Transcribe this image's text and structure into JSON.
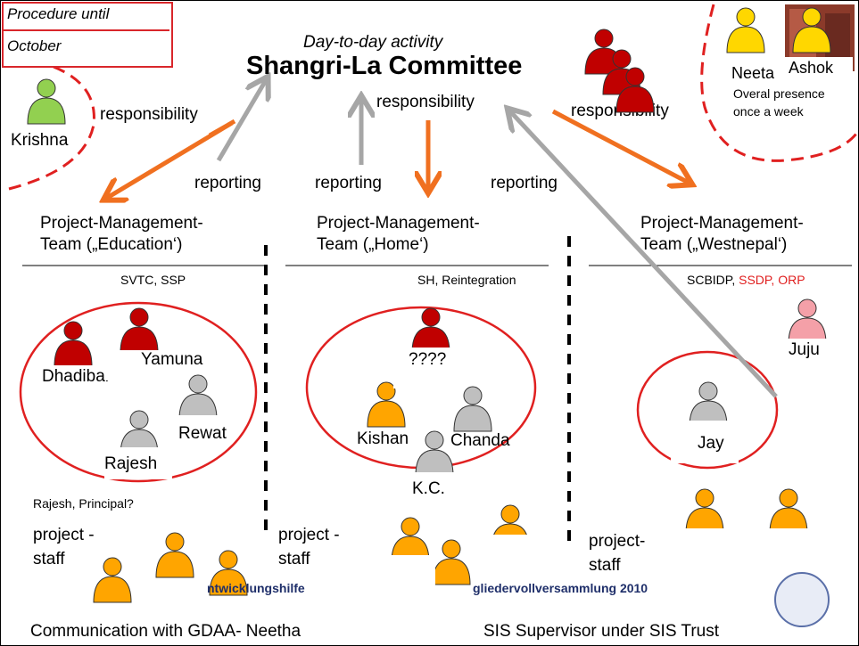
{
  "procedure": {
    "line1": "Procedure until",
    "line2": "October"
  },
  "header": {
    "subtitle": "Day-to-day activity",
    "title": "Shangri-La Committee"
  },
  "labels": {
    "responsibility_left": "responsibility",
    "responsibility_center": "responsibility",
    "responsibility_right": "responsibility",
    "reporting_left": "reporting",
    "reporting_center": "reporting",
    "reporting_right": "reporting"
  },
  "people_top": {
    "krishna": "Krishna",
    "neeta": "Neeta",
    "ashok": "Ashok",
    "presence_line1": "Overal presence",
    "presence_line2": "once a week"
  },
  "teams": [
    {
      "line1": "Project-Management-",
      "line2": "Team („Education‘)",
      "projects": "SVTC, SSP"
    },
    {
      "line1": "Project-Management-",
      "line2": "Team („Home‘)",
      "projects": "SH, Reintegration"
    },
    {
      "line1": "Project-Management-",
      "line2": "Team („Westnepal‘)",
      "projects_black": "SCBIDP, ",
      "projects_red": "SSDP, ORP"
    }
  ],
  "education_people": {
    "dhadibal": "Dhadibal",
    "yamuna": "Yamuna",
    "rewat": "Rewat",
    "rajesh": "Rajesh"
  },
  "home_people": {
    "unknown": "????",
    "kishan": "Kishan",
    "chanda": "Chanda",
    "kc": "K.C."
  },
  "west_people": {
    "juju": "Juju",
    "jay": "Jay"
  },
  "staff": {
    "note_left": "Rajesh, Principal?",
    "left_line1": "project -",
    "left_line2": "staff",
    "mid_line1": "project -",
    "mid_line2": "staff",
    "right_line1": "project-",
    "right_line2": "staff"
  },
  "footer": {
    "banner_left": "ntwicklungshilfe",
    "banner_right": "gliedervollversammlung 2010",
    "communication": "Communication with GDAA- Neetha",
    "supervisor": "SIS Supervisor under SIS Trust"
  },
  "colors": {
    "red_person": "#c00000",
    "orange_person": "#ffa500",
    "gray_person": "#bfbfbf",
    "green_person": "#92d050",
    "pink_person": "#f4a0a8",
    "yellow_person": "#ffd700",
    "circle_red": "#e02020",
    "arrow_orange": "#f07020",
    "arrow_gray": "#a6a6a6",
    "red_text": "#e02020"
  },
  "icons": [
    "person-icon"
  ]
}
